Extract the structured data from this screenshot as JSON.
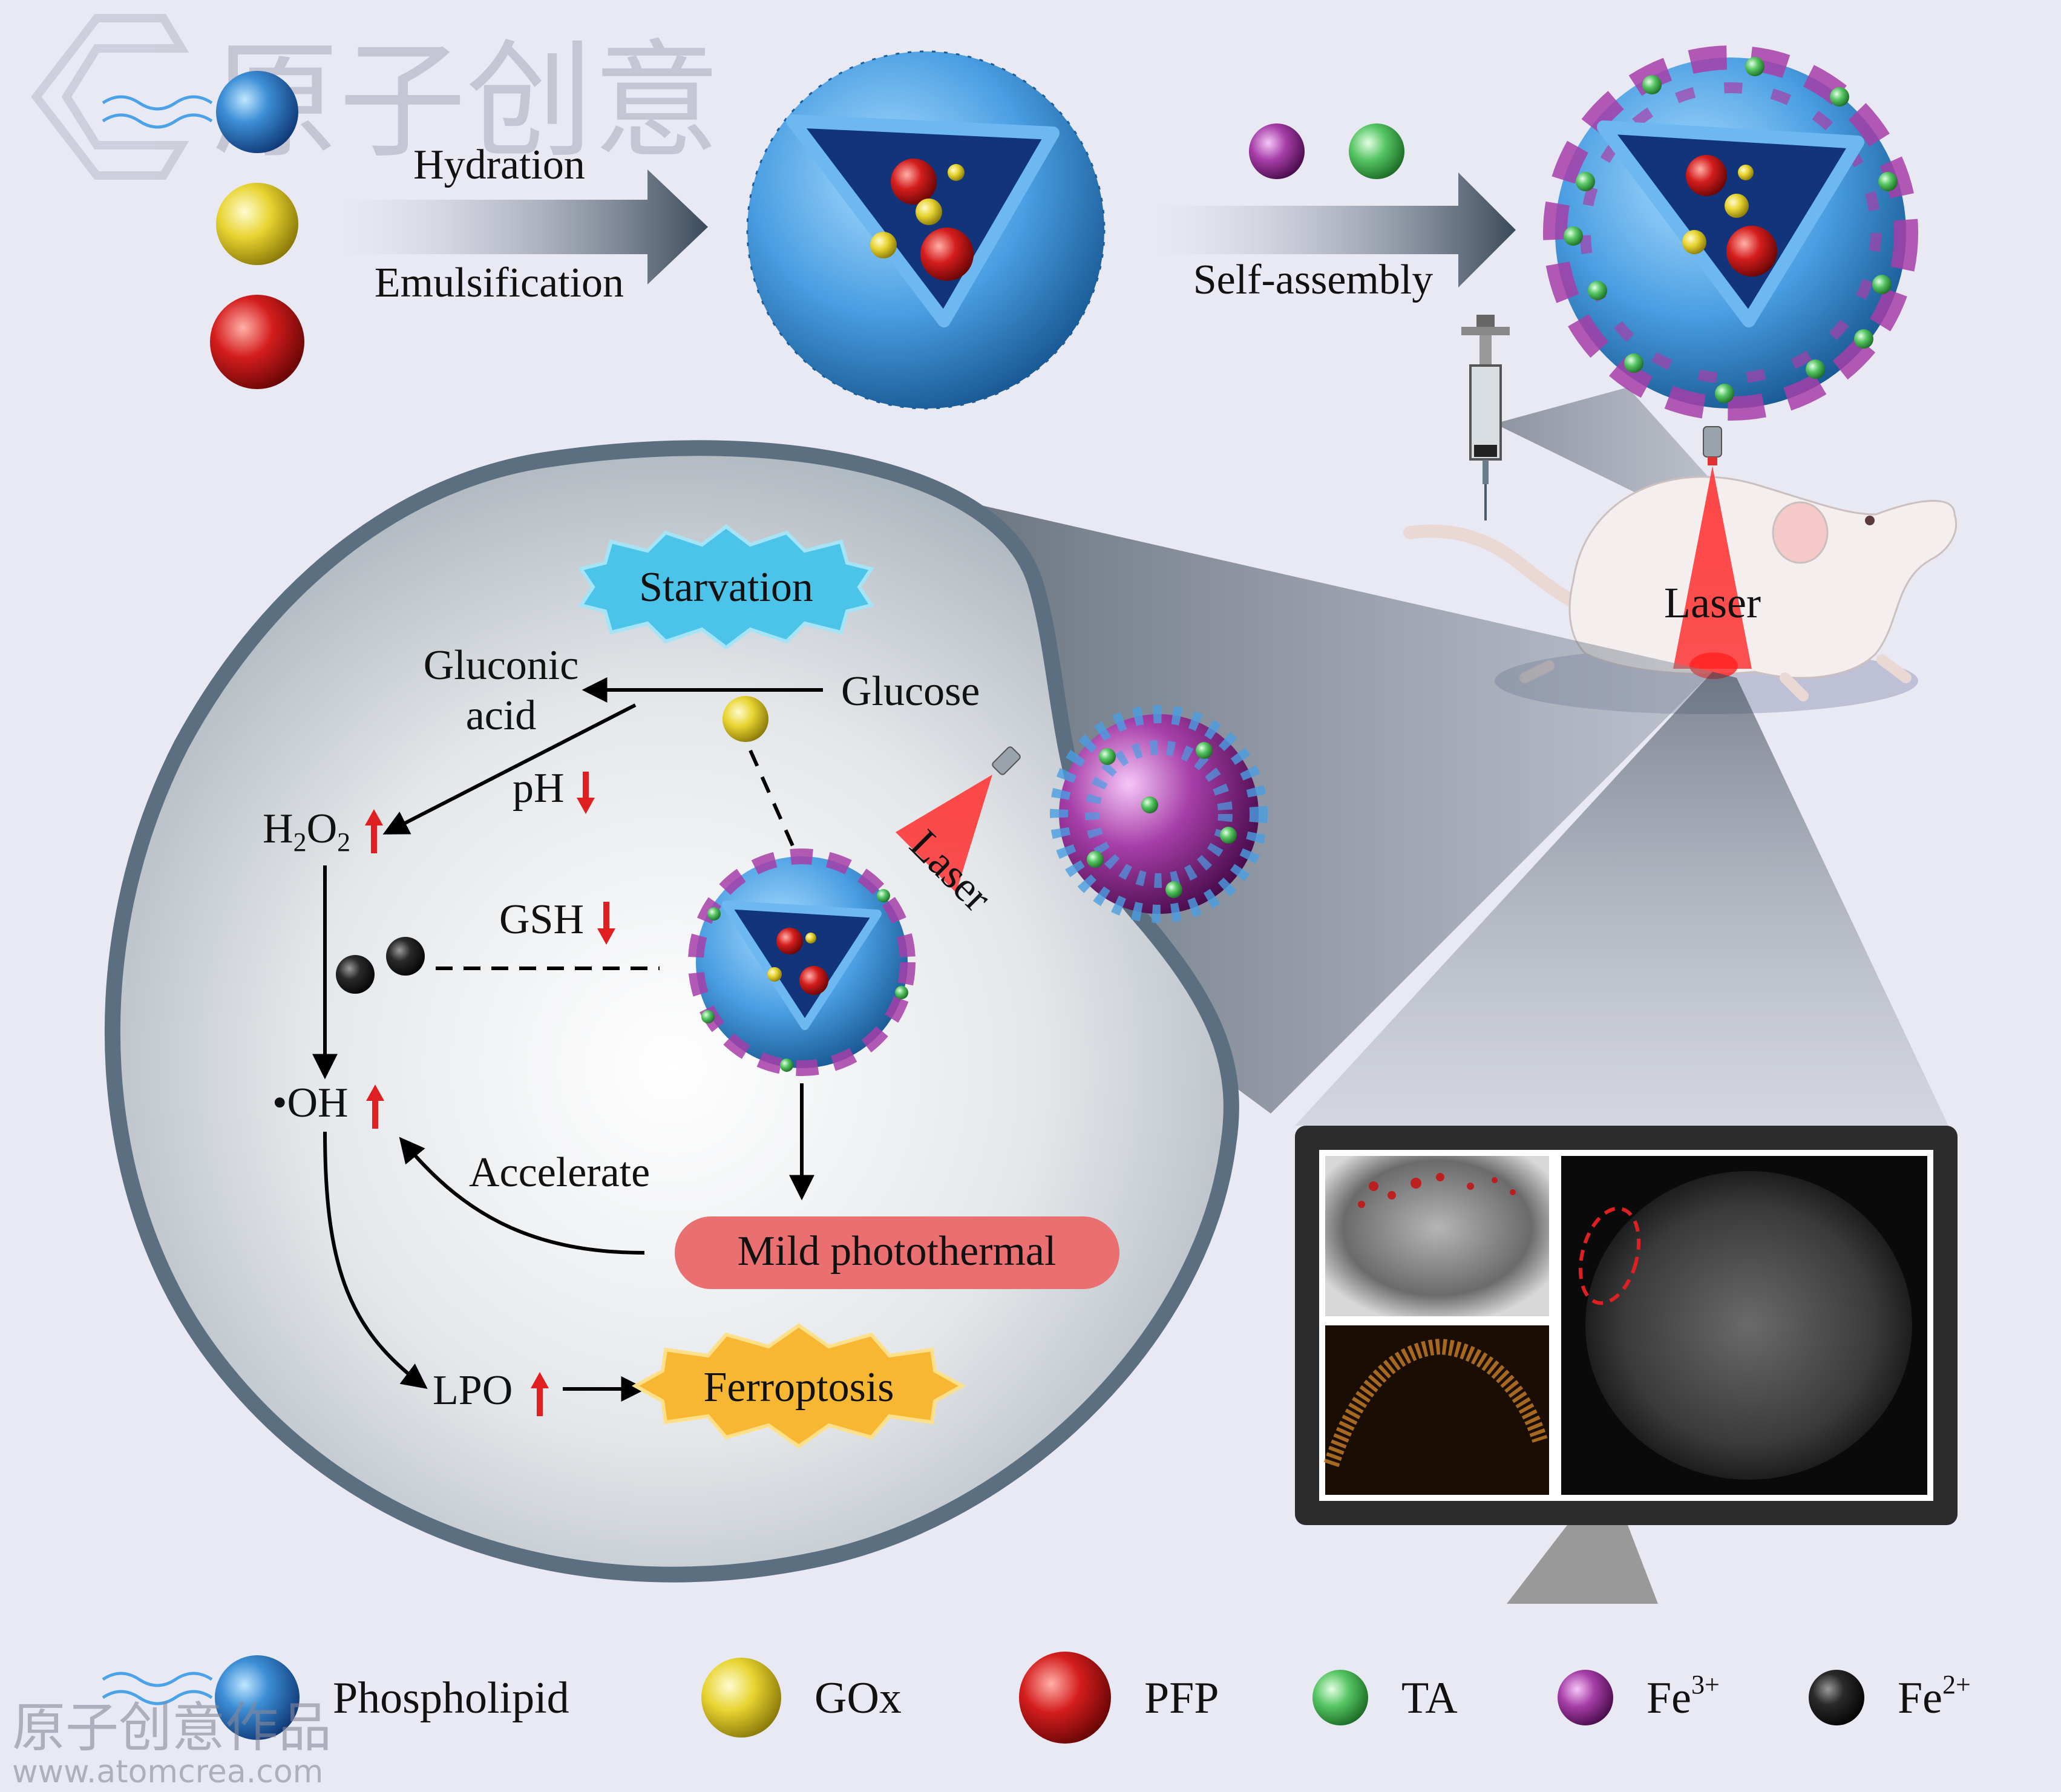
{
  "watermark": {
    "logo_text": "原子创意",
    "bottom_text": "原子创意作品",
    "url": "www.atomcrea.com"
  },
  "synthesis": {
    "step1_top": "Hydration",
    "step1_bottom": "Emulsification",
    "step2": "Self-assembly"
  },
  "mouse": {
    "laser_label": "Laser"
  },
  "cell": {
    "starvation": "Starvation",
    "gluconic_line1": "Gluconic",
    "gluconic_line2": "acid",
    "glucose": "Glucose",
    "ph": "pH",
    "h2o2_h": "H",
    "h2o2_sub1": "2",
    "h2o2_o": "O",
    "h2o2_sub2": "2",
    "gsh": "GSH",
    "oh": "•OH",
    "laser": "Laser",
    "accelerate": "Accelerate",
    "mild_photothermal": "Mild photothermal",
    "lpo": "LPO",
    "ferroptosis": "Ferroptosis"
  },
  "legend": [
    {
      "key": "phospholipid",
      "label": "Phospholipid",
      "sup": "",
      "color": "#3d8fd6"
    },
    {
      "key": "gox",
      "label": "GOx",
      "sup": "",
      "color": "#e8d431"
    },
    {
      "key": "pfp",
      "label": "PFP",
      "sup": "",
      "color": "#d41d1d"
    },
    {
      "key": "ta",
      "label": "TA",
      "sup": "",
      "color": "#55c563"
    },
    {
      "key": "fe3",
      "label": "Fe",
      "sup": "3+",
      "color": "#a63ea8"
    },
    {
      "key": "fe2",
      "label": "Fe",
      "sup": "2+",
      "color": "#222222"
    }
  ],
  "colors": {
    "background": "#e9e9f4",
    "arrow_up": "#e02020",
    "arrow_down": "#e02020",
    "mild_photothermal_fill": "#e96f70",
    "starvation_fill": "#4cc3e8",
    "ferroptosis_fill": "#f7b733",
    "monitor_frame": "#2c2c2c"
  }
}
